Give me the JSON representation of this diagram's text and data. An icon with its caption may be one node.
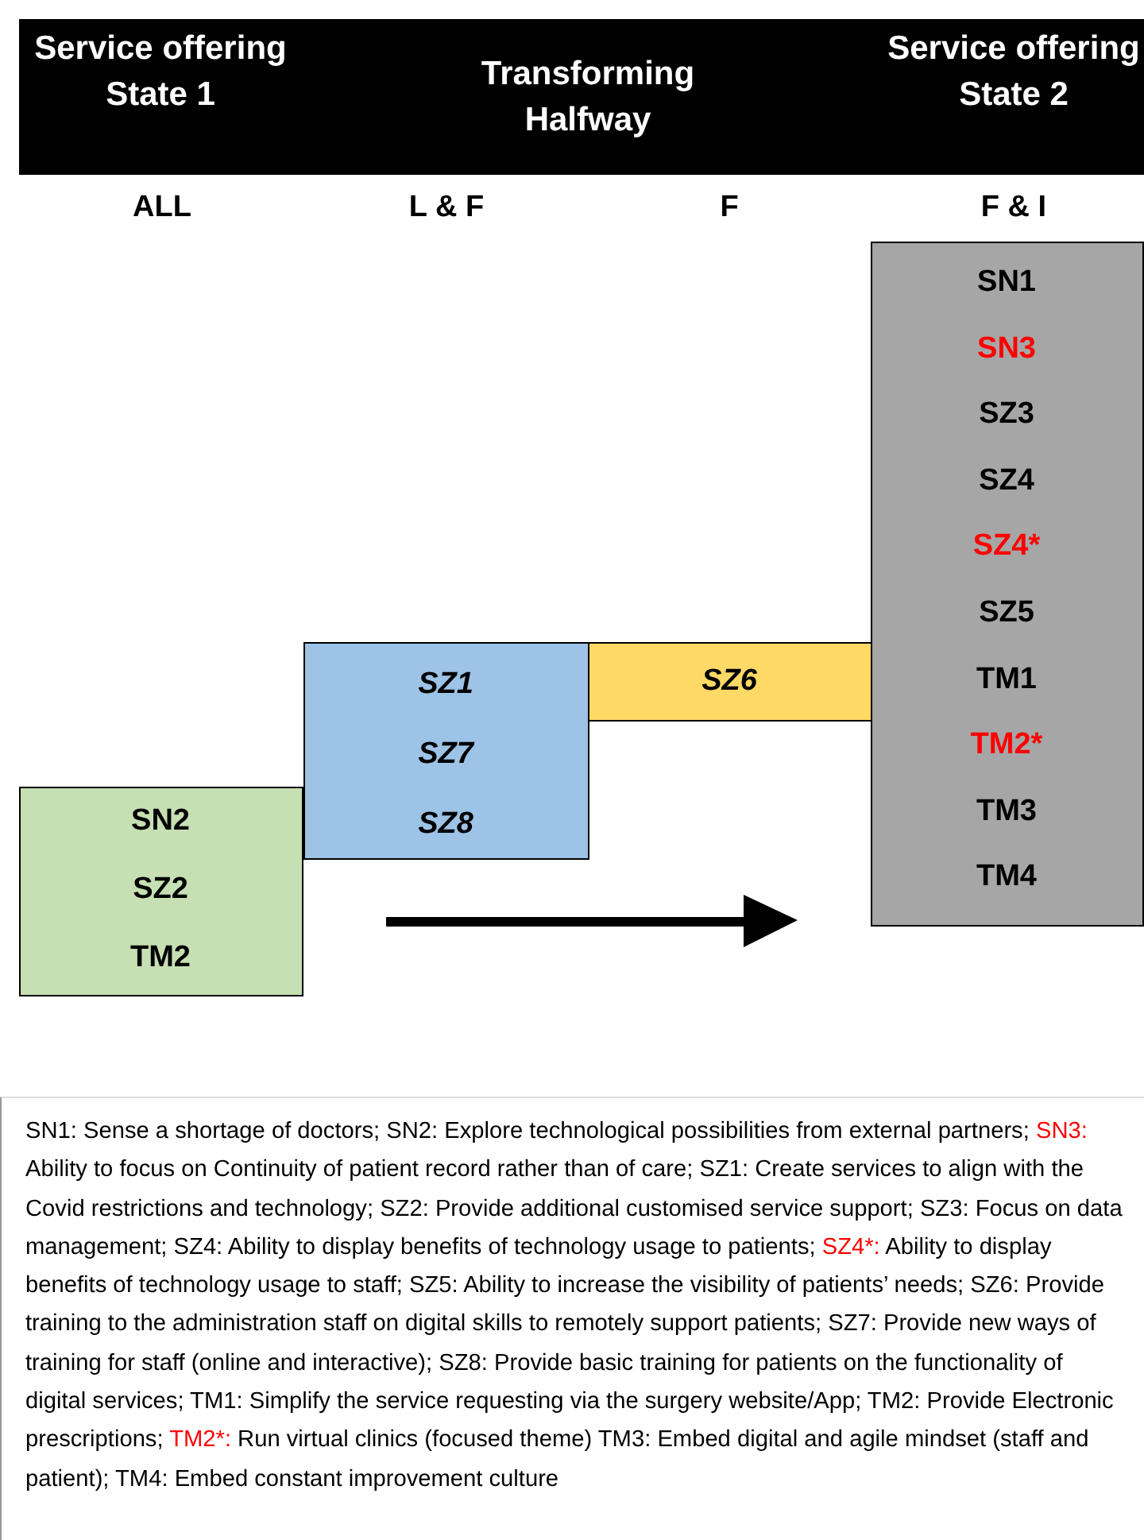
{
  "diagram": {
    "nodes": [
      {
        "text": [
          "Service offering State 1",
          "Transforming Halfway",
          "Service offering State 2"
        ]
      },
      {
        "text": [
          "SN2",
          "SZ2",
          "TM2"
        ]
      },
      {
        "text": [
          "SZ1",
          "SZ7",
          "SZ8"
        ]
      },
      {
        "text": [
          "SZ6"
        ]
      },
      {
        "text": [
          "SN1",
          "SN3",
          "SZ3",
          "SZ4",
          "SZ4*",
          "SZ5",
          "TM1",
          "TM2*",
          "TM3",
          "TM4"
        ]
      },
      {
        "text": [
          "SN1: Sense a shortage of doctors; SN2: Explore technological possibilities from external partners; SN3: Ability to focus on Continuity of patient record rather than of care; SZ1: Create services to align with the Covid restrictions and technology; SZ2: Provide additional customised service support; SZ3: Focus on data management; SZ4: Ability to display benefits of technology usage to patients; SZ4*: Ability to display benefits of technology usage to staff; SZ5: Ability to increase the visibility of patients’ needs; SZ6: Provide training to the administration staff on digital skills to remotely support patients; SZ7: Provide new ways of training for staff (online and interactive); SZ8: Provide basic training for patients on the functionality of digital services; TM1: Simplify the service requesting via the surgery website/App; TM2: Provide Electronic prescriptions; TM2*: Run virtual clinics (focused theme) TM3: Embed digital and agile mindset (staff and patient); TM4: Embed constant improvement culture"
        ]
      }
    ],
    "edges": [],
    "labels": [
      "ALL",
      "L & F",
      "F",
      "F & I"
    ]
  }
}
